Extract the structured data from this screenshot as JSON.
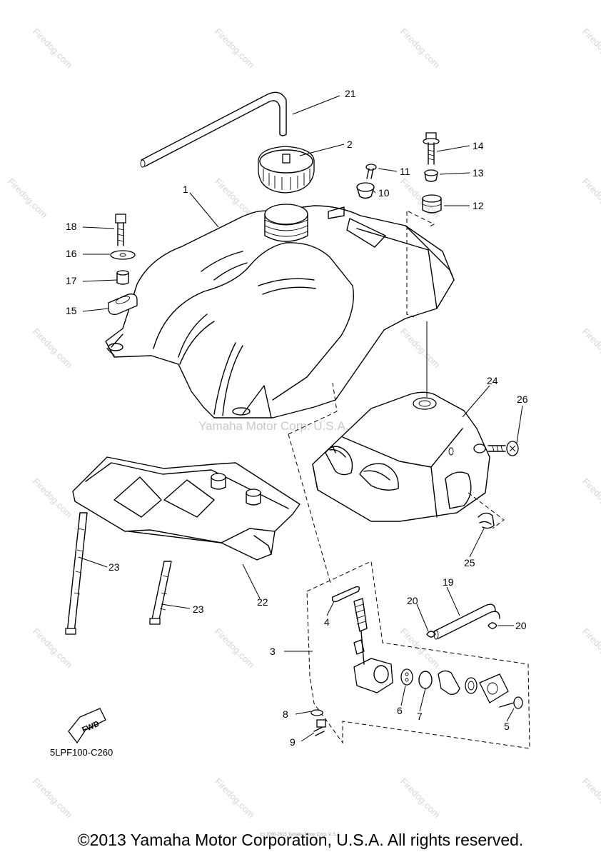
{
  "watermark": {
    "site": "Firedog.com",
    "center_text": "Yamaha Motor Corp. U.S.A."
  },
  "diagram_code": "5LPF100-C260",
  "fwd_label": "FWD",
  "callouts": {
    "c1": "1",
    "c2": "2",
    "c3": "3",
    "c4": "4",
    "c5": "5",
    "c6": "6",
    "c7": "7",
    "c8": "8",
    "c9": "9",
    "c10": "10",
    "c11": "11",
    "c12": "12",
    "c13": "13",
    "c14": "14",
    "c15": "15",
    "c16": "16",
    "c17": "17",
    "c18": "18",
    "c19": "19",
    "c20a": "20",
    "c20b": "20",
    "c21": "21",
    "c22": "22",
    "c23a": "23",
    "c23b": "23",
    "c24": "24",
    "c25": "25",
    "c26": "26"
  },
  "tiny_note": "(c) 2000-2015 Yamaha Motor Corp. U.S.A.",
  "copyright": "©2013 Yamaha Motor Corporation, U.S.A. All rights reserved."
}
